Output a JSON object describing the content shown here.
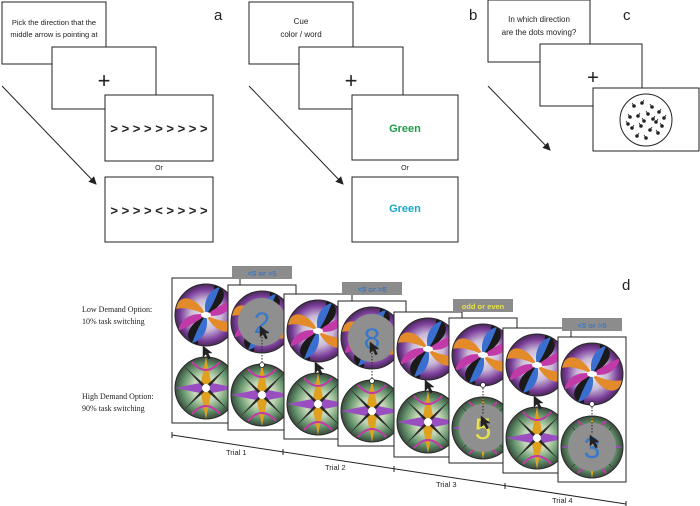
{
  "panels": {
    "a": {
      "letter": "a",
      "prompt_line1": "Pick the direction that the",
      "prompt_line2": "middle arrow is pointing at",
      "fixation": "+",
      "congruent": "> > > > > > > > >",
      "or": "Or",
      "incongruent": "> > > > < > > > >"
    },
    "b": {
      "letter": "b",
      "cue_line1": "Cue",
      "cue_line2": "color / word",
      "fixation": "+",
      "word1": "Green",
      "word1_color": "#1e9b4a",
      "or": "Or",
      "word2": "Green",
      "word2_color": "#1aa6c6"
    },
    "c": {
      "letter": "c",
      "question_line1": "In which direction",
      "question_line2": "are the dots moving?",
      "fixation": "+"
    },
    "d": {
      "letter": "d",
      "low_line1": "Low Demand Option:",
      "low_line2": "10% task switching",
      "high_line1": "High Demand Option:",
      "high_line2": "90% task switching",
      "cues": [
        {
          "text": "<5  or  >5"
        },
        {
          "text": "<5  or  >5"
        },
        {
          "text": "odd or even"
        },
        {
          "text": "<5  or  >5"
        }
      ],
      "cue_color_magnitude": "#3a78c9",
      "cue_color_parity": "#e8e04a",
      "digits": [
        {
          "text": "2",
          "color": "#3a78c9"
        },
        {
          "text": "8",
          "color": "#3a78c9"
        },
        {
          "text": "5",
          "color": "#e8e04a"
        },
        {
          "text": "3",
          "color": "#3a78c9"
        }
      ],
      "trials": [
        "Trial 1",
        "Trial 2",
        "Trial 3",
        "Trial 4"
      ]
    }
  }
}
